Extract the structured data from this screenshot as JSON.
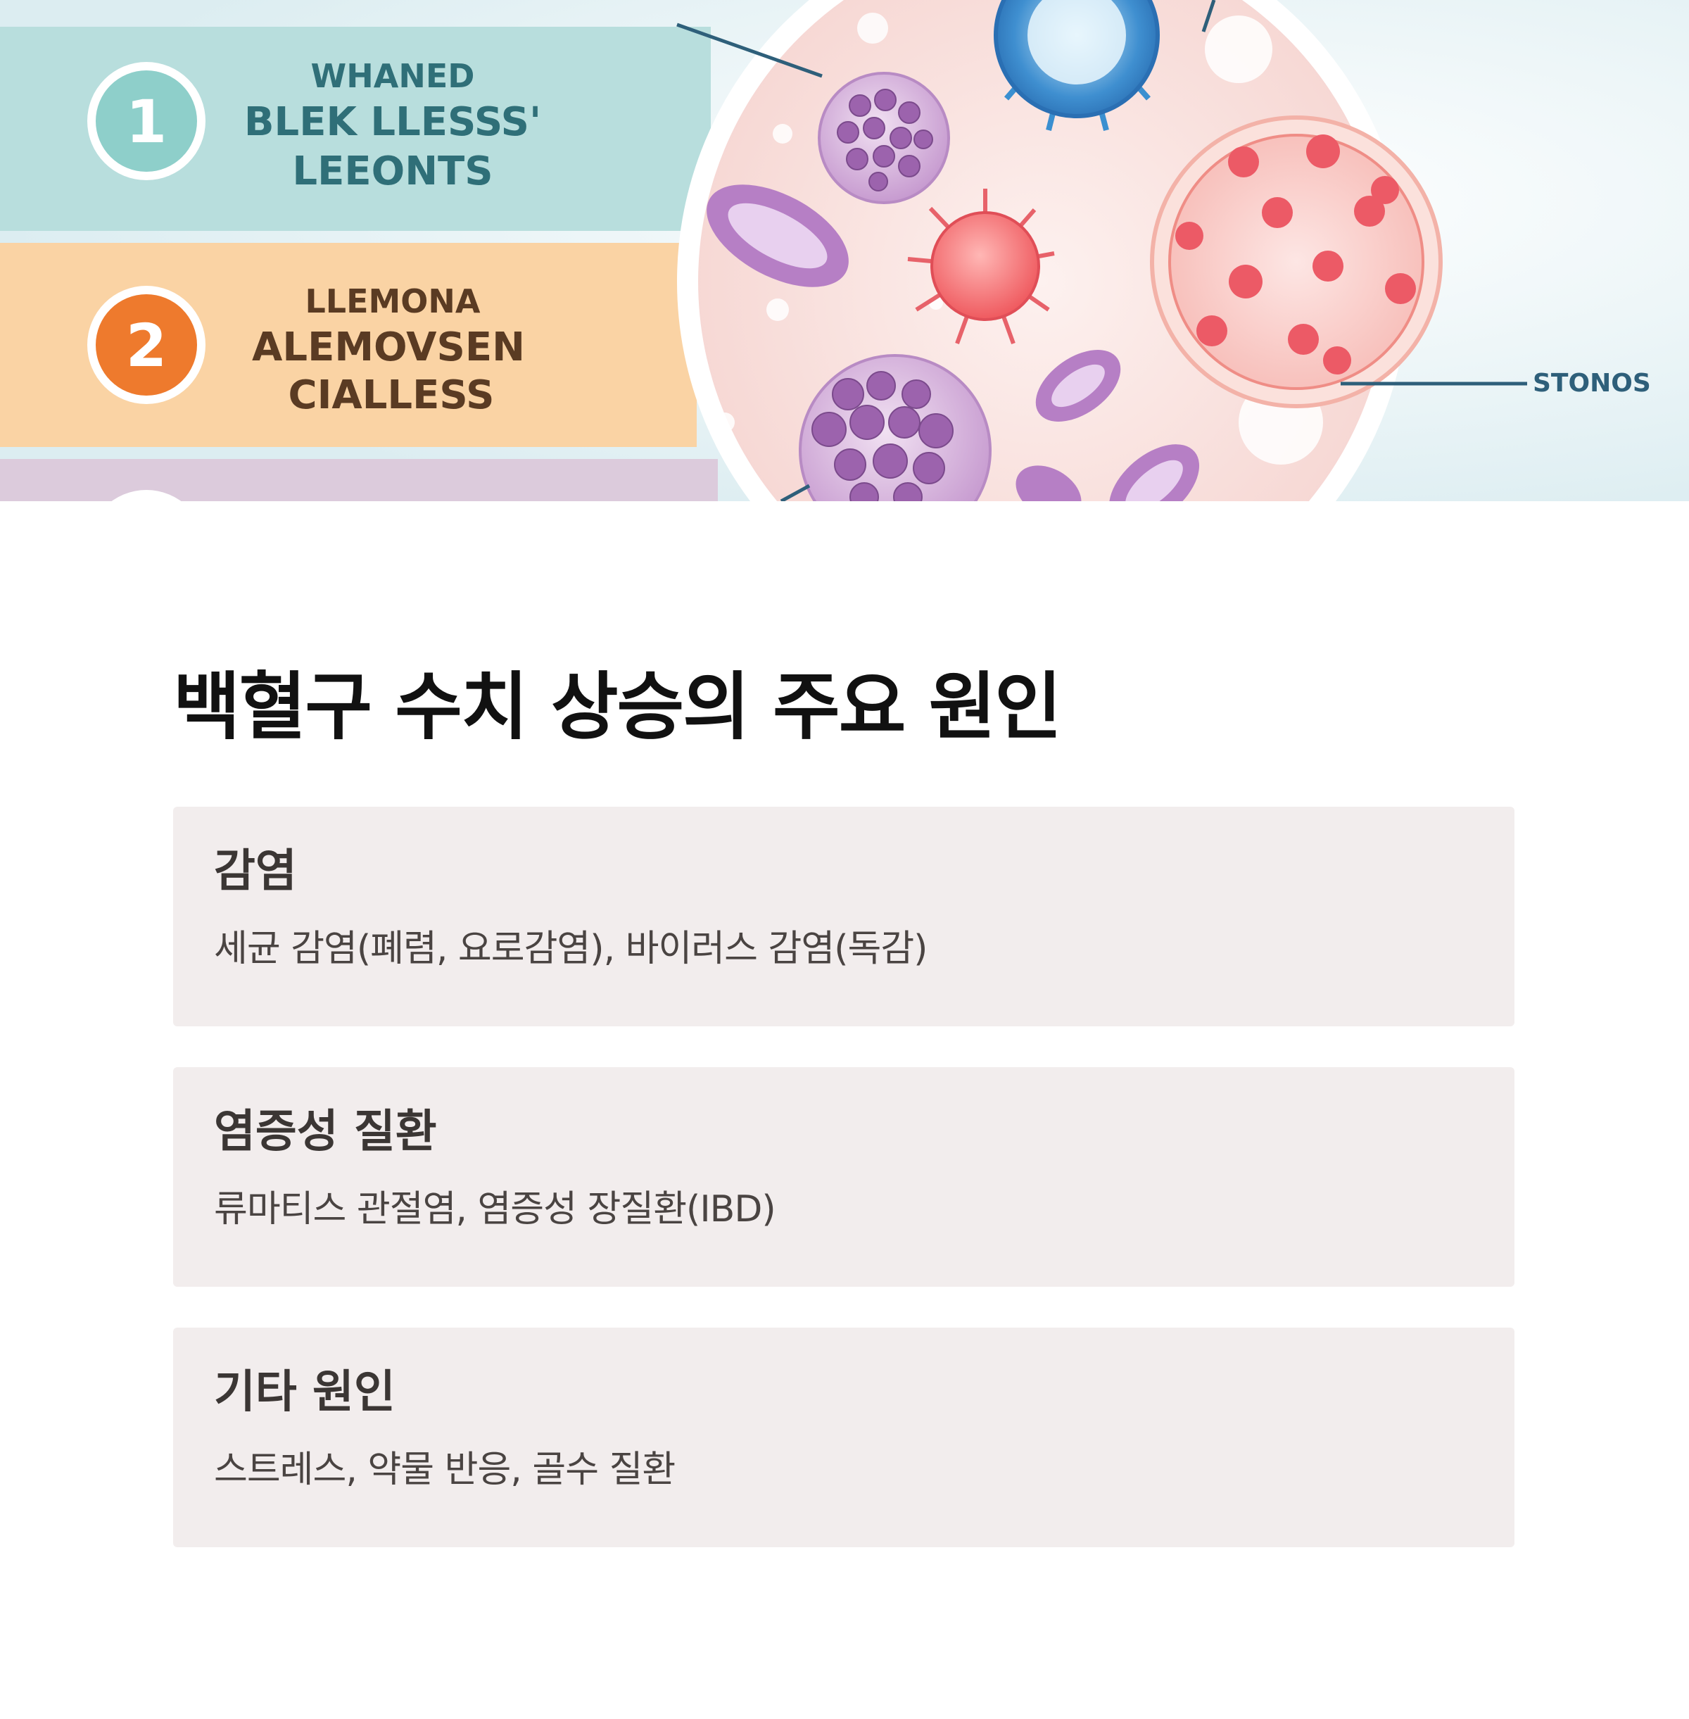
{
  "hero": {
    "colors": {
      "teal_band": "#b8dedd",
      "orange_band": "#fad3a4",
      "purple_band": "#dccbdc",
      "teal_accent": "#8ecfca",
      "orange_accent": "#ee7a2d",
      "label_teal": "#2f6f78",
      "label_brown": "#5a3b23"
    },
    "bands": [
      {
        "number": "1",
        "line1": "WHANED",
        "line2": "BLEK LLESSS'",
        "line3": "LEEONTS"
      },
      {
        "number": "2",
        "line1": "LLEMONA",
        "line2": "ALEMOVSEN",
        "line3": "CIALLESS"
      }
    ],
    "callout_label": "STONOS"
  },
  "title": "백혈구 수치 상승의 주요 원인",
  "cards": [
    {
      "title": "감염",
      "description": "세균 감염(폐렴, 요로감염), 바이러스 감염(독감)"
    },
    {
      "title": "염증성 질환",
      "description": "류마티스 관절염, 염증성 장질환(IBD)"
    },
    {
      "title": "기타 원인",
      "description": "스트레스, 약물 반응, 골수 질환"
    }
  ]
}
